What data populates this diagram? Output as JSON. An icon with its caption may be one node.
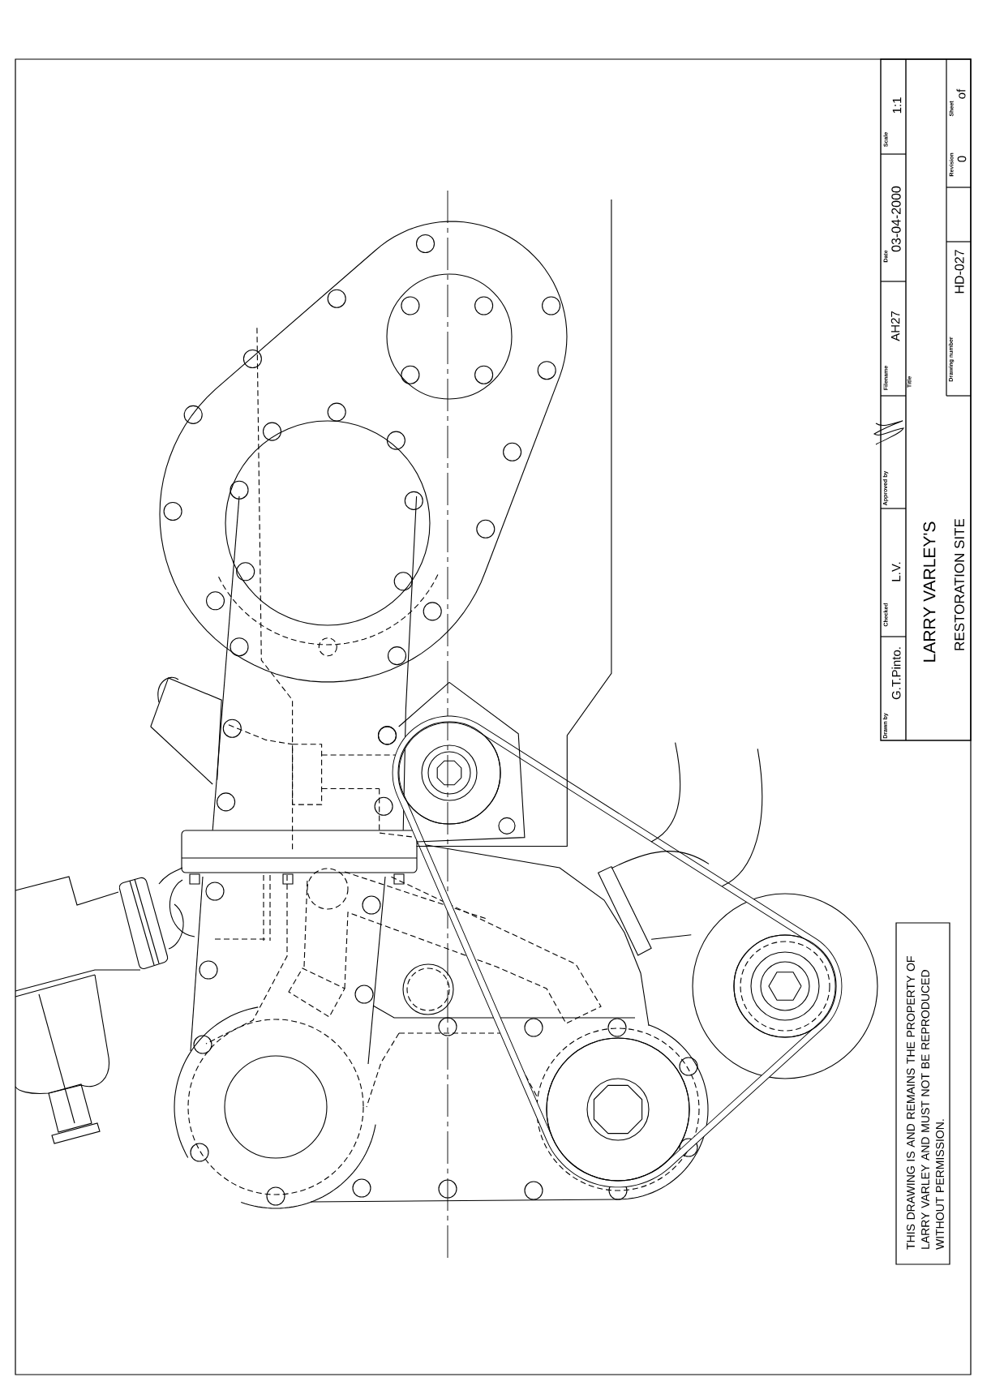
{
  "diagram": {
    "labels": [
      "Drawn by",
      "G.T.Pinto.",
      "Checked",
      "L.V.",
      "Approved by",
      "Filename",
      "AH27",
      "Date",
      "03-04-2000",
      "Scale",
      "1:1",
      "Title",
      "LARRY VARLEY'S",
      "RESTORATION SITE",
      "Drawing number",
      "HD-027",
      "Revision",
      "0",
      "Sheet",
      "of",
      "THIS DRAWING IS AND REMAINS THE PROPERTY OF LARRY VARLEY AND MUST NOT BE REPRODUCED WITHOUT PERMISSION."
    ]
  }
}
